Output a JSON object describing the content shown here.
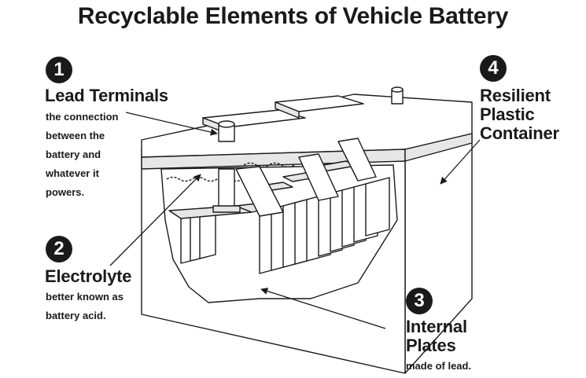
{
  "title": "Recyclable Elements of Vehicle Battery",
  "labels": [
    {
      "number": "1",
      "heading": "Lead Terminals",
      "description": "the connection between the battery and whatever it powers."
    },
    {
      "number": "2",
      "heading": "Electrolyte",
      "description": "better known as battery acid."
    },
    {
      "number": "3",
      "heading": "Internal Plates",
      "description": "made of lead."
    },
    {
      "number": "4",
      "heading": "Resilient Plastic Container",
      "description": ""
    }
  ],
  "colors": {
    "ink": "#1a1a1a",
    "fill": "#ffffff",
    "shade": "#e6e6e6"
  }
}
